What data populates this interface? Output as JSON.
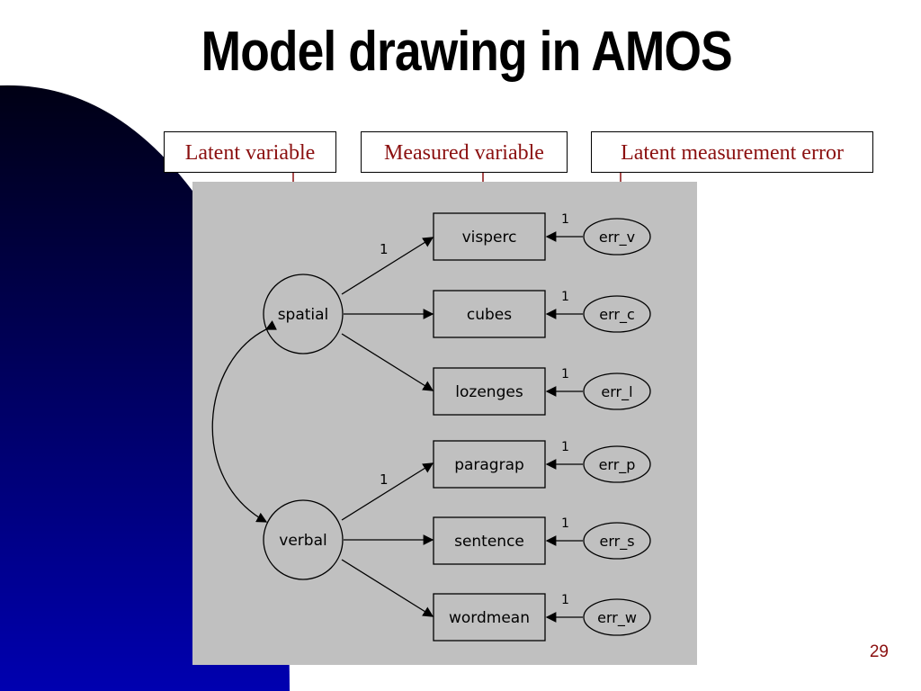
{
  "slide": {
    "title": "Model drawing in AMOS",
    "page_number": "29"
  },
  "callouts": {
    "latent_variable": "Latent variable",
    "measured_variable": "Measured variable",
    "latent_error": "Latent measurement error"
  },
  "diagram": {
    "latent_factors": [
      "spatial",
      "verbal"
    ],
    "indicators": [
      "visperc",
      "cubes",
      "lozenges",
      "paragrap",
      "sentence",
      "wordmean"
    ],
    "errors": [
      "err_v",
      "err_c",
      "err_l",
      "err_p",
      "err_s",
      "err_w"
    ],
    "loading_label": "1",
    "error_label": "1"
  },
  "colors": {
    "accent": "#8b1010",
    "panel": "#c0c0c0",
    "background_shape": "#00008b"
  }
}
